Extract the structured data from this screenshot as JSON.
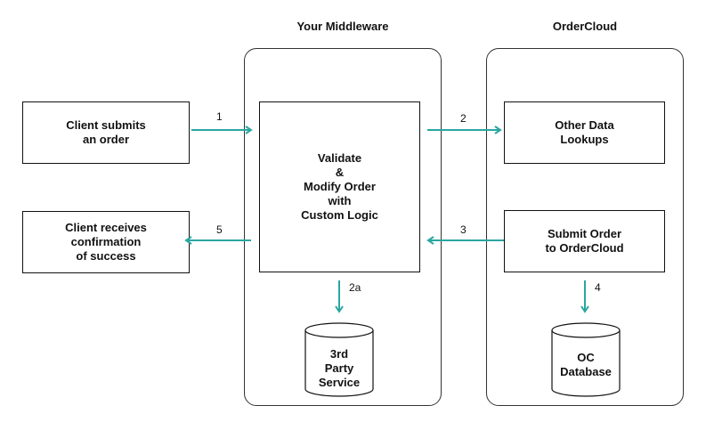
{
  "columns": {
    "middleware_title": "Your Middleware",
    "ordercloud_title": "OrderCloud"
  },
  "nodes": {
    "client_submits": "Client submits\nan order",
    "client_receives": "Client receives\nconfirmation\nof success",
    "validate": "Validate\n&\nModify Order\nwith\nCustom Logic",
    "other_lookups": "Other Data\nLookups",
    "submit_order": "Submit Order\nto OrderCloud",
    "third_party": "3rd\nParty\nService",
    "oc_database": "OC\nDatabase"
  },
  "steps": {
    "s1": "1",
    "s2": "2",
    "s2a": "2a",
    "s3": "3",
    "s4": "4",
    "s5": "5"
  },
  "colors": {
    "arrow": "#2aa6a0",
    "border": "#111111"
  }
}
